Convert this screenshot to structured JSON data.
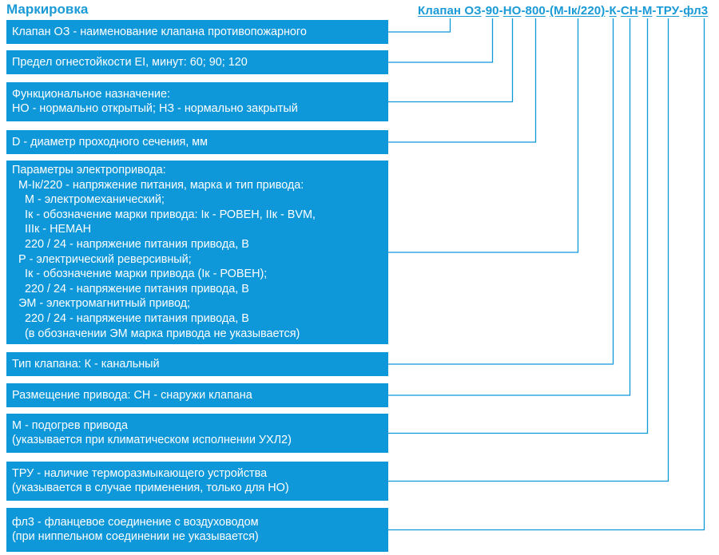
{
  "title": "Маркировка",
  "code_segments": [
    "Клапан ОЗ",
    "90",
    "НО",
    "800",
    "(М-Iк/220)",
    "К",
    "СН",
    "М",
    "ТРУ",
    "фл3"
  ],
  "code_separator": "-",
  "boxes": [
    {
      "lines": [
        "Клапан ОЗ - наименование клапана противопожарного"
      ]
    },
    {
      "lines": [
        "Предел огнестойкости EI, минут: 60; 90; 120"
      ]
    },
    {
      "lines": [
        "Функциональное назначение:",
        "НО - нормально открытый; НЗ - нормально закрытый"
      ]
    },
    {
      "lines": [
        "D - диаметр проходного сечения, мм"
      ]
    },
    {
      "lines": [
        "Параметры электропривода:",
        "  М-Iк/220 - напряжение питания, марка и тип привода:",
        "    М - электромеханический;",
        "    Iк - обозначение марки привода: Iк - РОВЕН, IIк - BVM,",
        "    IIIк - НЕМАН",
        "    220 / 24 - напряжение питания привода, В",
        "  Р - электрический реверсивный;",
        "    Iк - обозначение марки привода (Iк - РОВЕН);",
        "    220 / 24 - напряжение питания привода, В",
        "  ЭМ - электромагнитный привод;",
        "    220 / 24 - напряжение питания привода, В",
        "    (в обозначении ЭМ марка привода не указывается)"
      ]
    },
    {
      "lines": [
        "Тип клапана: К - канальный"
      ]
    },
    {
      "lines": [
        "Размещение привода: СН - снаружи клапана"
      ]
    },
    {
      "lines": [
        "М - подогрев привода",
        "(указывается при климатическом исполнении УХЛ2)"
      ]
    },
    {
      "lines": [
        "ТРУ - наличие терморазмыкающего устройства",
        "(указывается в случае применения, только для НО)"
      ]
    },
    {
      "lines": [
        "фл3 - фланцевое соединение с воздуховодом",
        "(при ниппельном соединении не указывается)"
      ]
    }
  ],
  "colors": {
    "accent": "#0e97d9",
    "text_on_accent": "#ffffff",
    "title": "#1a9ad6"
  }
}
